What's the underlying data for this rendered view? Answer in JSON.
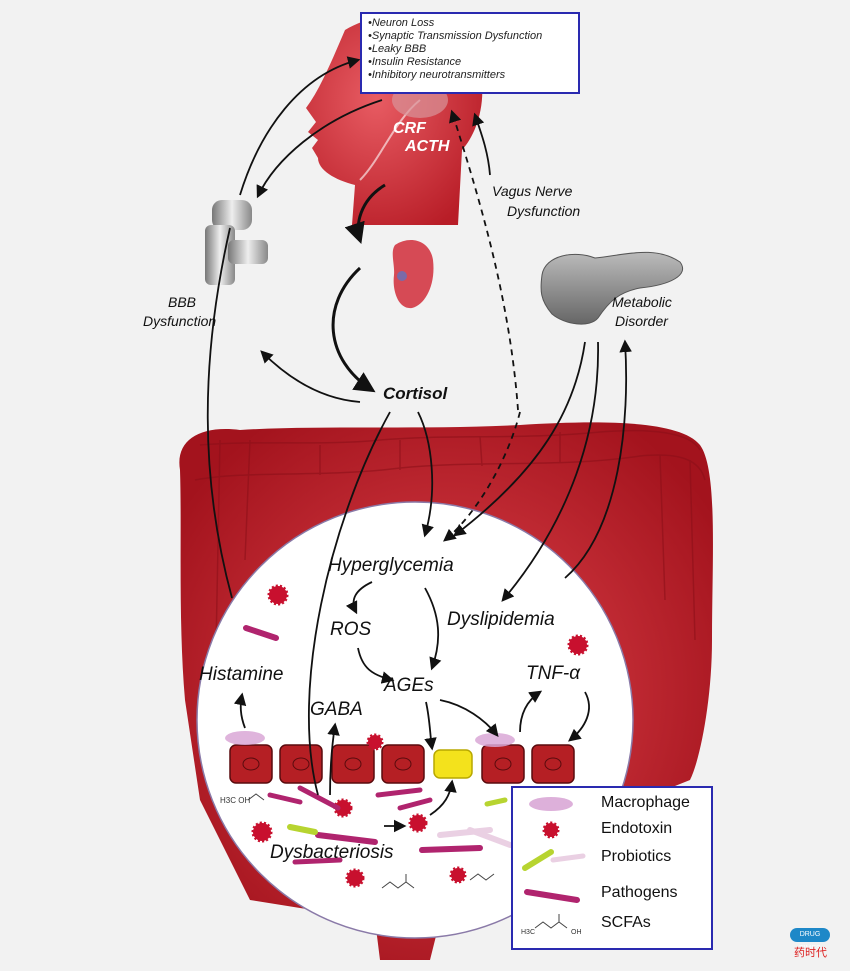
{
  "top_box": {
    "items": [
      "•Neuron Loss",
      "•Synaptic Transmission Dysfunction",
      "•Leaky BBB",
      "•Insulin Resistance",
      "•Inhibitory neurotransmitters"
    ]
  },
  "labels": {
    "crf": "CRF",
    "acth": "ACTH",
    "vagus_line1": "Vagus Nerve",
    "vagus_line2": "Dysfunction",
    "bbb_line1": "BBB",
    "bbb_line2": "Dysfunction",
    "metabolic_line1": "Metabolic",
    "metabolic_line2": "Disorder",
    "cortisol": "Cortisol",
    "hyperglycemia": "Hyperglycemia",
    "ros": "ROS",
    "ages": "AGEs",
    "dyslipidemia": "Dyslipidemia",
    "tnf": "TNF-α",
    "histamine": "Histamine",
    "gaba": "GABA",
    "dysbacteriosis": "Dysbacteriosis",
    "scfa_small": "H3C     OH"
  },
  "legend": {
    "items": [
      {
        "label": "Macrophage",
        "icon": "macrophage-icon"
      },
      {
        "label": "Endotoxin",
        "icon": "endotoxin-icon"
      },
      {
        "label": "Probiotics",
        "icon": "probiotics-icon"
      },
      {
        "label": "Pathogens",
        "icon": "pathogens-icon"
      },
      {
        "label": "SCFAs",
        "icon": "scfa-icon"
      }
    ]
  },
  "watermark": {
    "badge": "DRUG TIMES",
    "chinese": "药时代"
  },
  "colors": {
    "organ_red": "#c0202a",
    "box_border": "#2a2ab0",
    "endotoxin": "#c8102e",
    "probiotic": "#b7d430",
    "pathogen": "#b0246e",
    "epithelial_yellow": "#f3e21c"
  }
}
